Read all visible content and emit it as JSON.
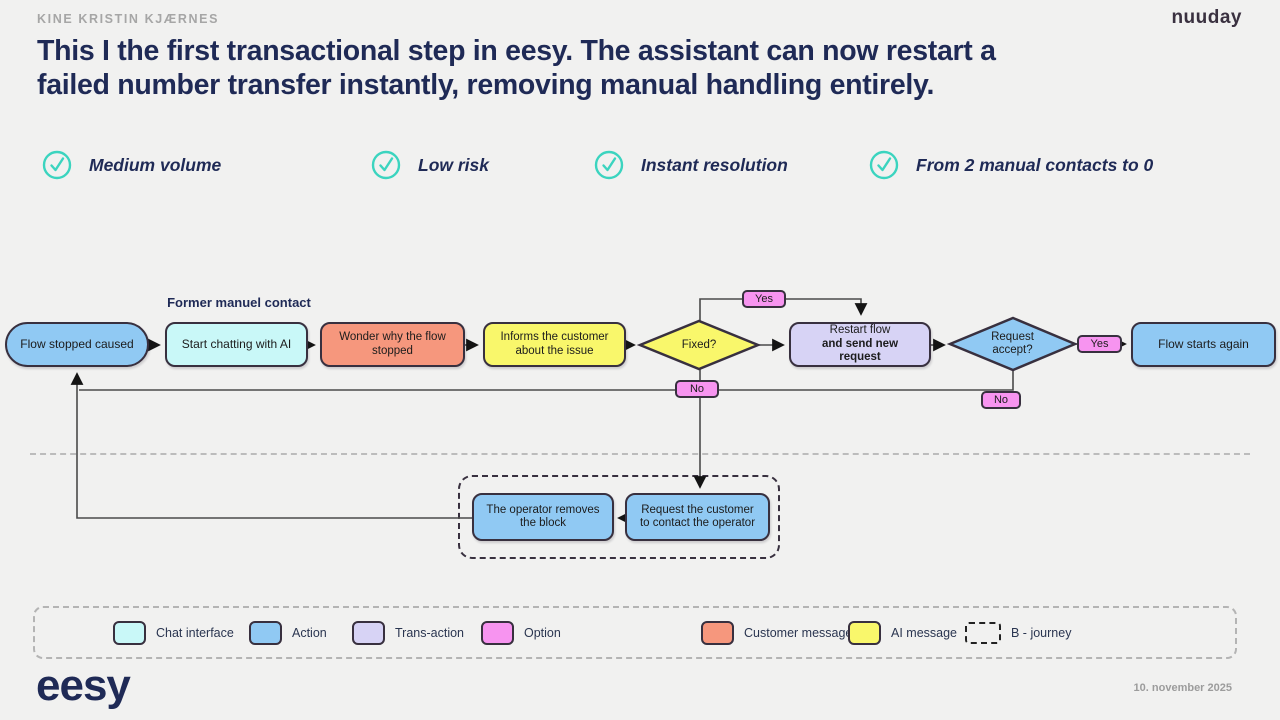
{
  "header": {
    "author": "KINE KRISTIN KJÆRNES",
    "brand": "nuuday",
    "title_line1": "This I the first transactional step in eesy. The assistant can now restart a",
    "title_line2": "failed number transfer instantly, removing manual handling entirely."
  },
  "highlights": [
    {
      "icon": "check-circle-icon",
      "label": "Medium volume"
    },
    {
      "icon": "check-circle-icon",
      "label": "Low risk"
    },
    {
      "icon": "check-circle-icon",
      "label": "Instant resolution"
    },
    {
      "icon": "check-circle-icon",
      "label": "From 2 manual contacts to 0"
    }
  ],
  "flowchart": {
    "section_label": "Former manuel contact",
    "nodes": {
      "flow_stopped": "Flow stopped caused",
      "start_chatting": "Start chatting with AI",
      "wonder": "Wonder why the flow stopped",
      "informs": "Informs the customer about the issue",
      "fixed_decision": "Fixed?",
      "restart_line1": "Restart flow",
      "restart_line2": "and send new request",
      "request_accept_decision": "Request accept?",
      "flow_starts_again": "Flow starts again",
      "operator_removes": "The operator removes the block",
      "request_customer": "Request the customer to contact the operator"
    },
    "labels": {
      "yes_fixed": "Yes",
      "no_fixed": "No",
      "yes_accept": "Yes",
      "no_accept": "No"
    }
  },
  "legend": {
    "items": [
      {
        "label": "Chat interface",
        "color": "#c9f8f8"
      },
      {
        "label": "Action",
        "color": "#90c9f3"
      },
      {
        "label": "Trans-action",
        "color": "#d7d3f5"
      },
      {
        "label": "Option",
        "color": "#f794f0"
      },
      {
        "label": "Customer message",
        "color": "#f6977d"
      },
      {
        "label": "AI message",
        "color": "#f9f76b"
      },
      {
        "label": "B - journey",
        "color": "transparent",
        "swatch_style": "dashed"
      }
    ]
  },
  "footer": {
    "logo": "eesy",
    "date": "10. november 2025"
  },
  "colors": {
    "background": "#f1f1f0",
    "navy": "#1f2a56",
    "teal": "#3bd4bf",
    "node_border": "#38303f",
    "connector": "#4a4a4a",
    "chip_pink": "#f794f0"
  }
}
